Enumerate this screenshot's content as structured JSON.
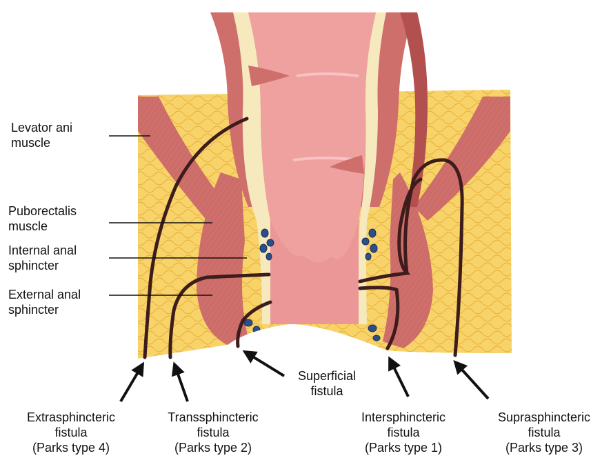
{
  "left_labels": [
    {
      "id": "levator",
      "lines": [
        "Levator ani",
        "muscle"
      ]
    },
    {
      "id": "puborectalis",
      "lines": [
        "Puborectalis",
        "muscle"
      ]
    },
    {
      "id": "internal",
      "lines": [
        "Internal anal",
        "sphincter"
      ]
    },
    {
      "id": "external",
      "lines": [
        "External anal",
        "sphincter"
      ]
    }
  ],
  "fistula_labels": [
    {
      "id": "extrasphincteric",
      "lines": [
        "Extrasphincteric",
        "fistula",
        "(Parks type 4)"
      ]
    },
    {
      "id": "transsphincteric",
      "lines": [
        "Transsphincteric",
        "fistula",
        "(Parks type 2)"
      ]
    },
    {
      "id": "superficial",
      "lines": [
        "Superficial",
        "fistula"
      ]
    },
    {
      "id": "intersphincteric",
      "lines": [
        "Intersphincteric",
        "fistula",
        "(Parks type 1)"
      ]
    },
    {
      "id": "suprasphincteric",
      "lines": [
        "Suprasphincteric",
        "fistula",
        "(Parks type 3)"
      ]
    }
  ],
  "colors": {
    "fat": "#f8d36a",
    "fat_cell_line": "#e9b43e",
    "muscle": "#cf6f6c",
    "muscle_dark": "#b2504f",
    "mucosa": "#efa1a0",
    "submucosa": "#f5e9bd",
    "gland": "#2c4f8a",
    "fistula": "#3d1c1c"
  }
}
